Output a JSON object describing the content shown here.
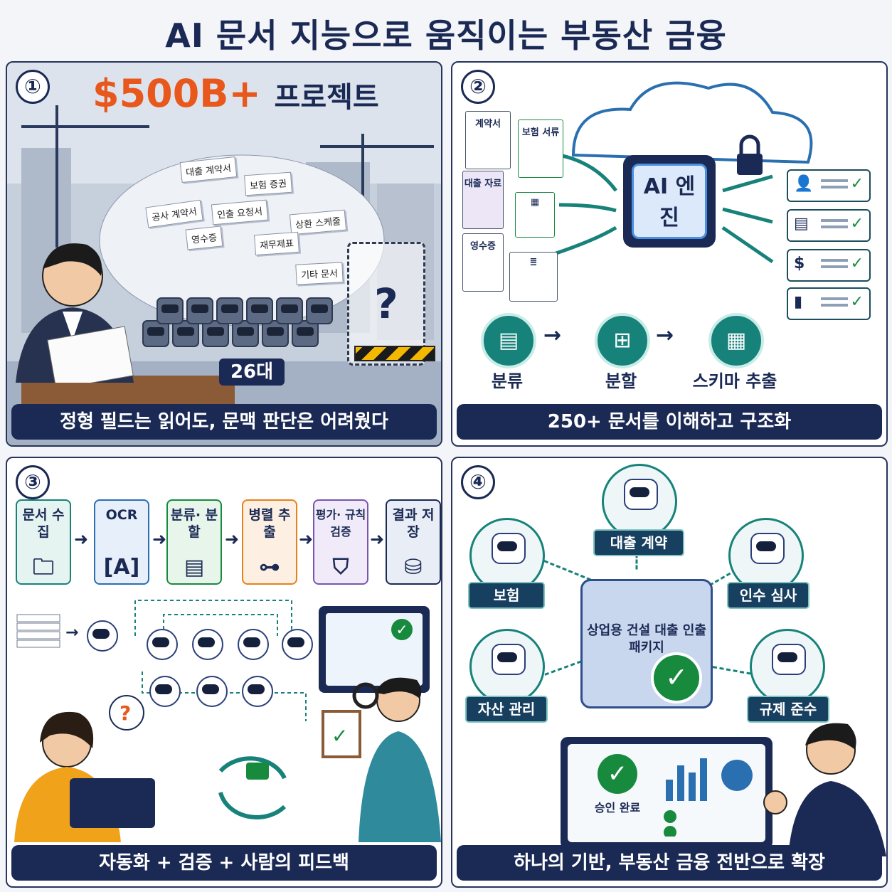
{
  "title": "AI 문서 지능으로 움직이는 부동산 금융",
  "panel1": {
    "number": "①",
    "headline_amount": "$500B+",
    "headline_text": "프로젝트",
    "docs": [
      "대출 계약서",
      "보험 증권",
      "공사 계약서",
      "인출 요청서",
      "상환 스케줄",
      "영수증",
      "재무제표",
      "기타 문서"
    ],
    "robot_count": "26대",
    "unknown_mark": "?",
    "caption": "정형 필드는 읽어도, 문맥 판단은 어려웠다"
  },
  "panel2": {
    "number": "②",
    "input_docs": [
      "계약서",
      "보험 서류",
      "대출 자료",
      "영수증"
    ],
    "engine_label": "AI 엔진",
    "outputs": [
      "person-icon",
      "table-icon",
      "dollar-icon",
      "chart-icon"
    ],
    "steps": [
      "분류",
      "분할",
      "스키마 추출"
    ],
    "caption": "250+ 문서를 이해하고 구조화"
  },
  "panel3": {
    "number": "③",
    "pipeline": [
      {
        "label": "문서 수집",
        "icon": "folder-icon"
      },
      {
        "label": "OCR",
        "icon": "ocr-icon"
      },
      {
        "label": "분류· 분할",
        "icon": "documents-icon"
      },
      {
        "label": "병렬 추출",
        "icon": "hierarchy-icon"
      },
      {
        "label": "평가· 규칙 검증",
        "icon": "shield-check-icon"
      },
      {
        "label": "결과 저장",
        "icon": "database-icon"
      }
    ],
    "question_mark": "?",
    "caption": "자동화 + 검증 + 사람의 피드백"
  },
  "panel4": {
    "number": "④",
    "hub_text": "상업용 건설 대출 인출 패키지",
    "nodes": [
      "대출 계약",
      "보험",
      "인수 심사",
      "자산 관리",
      "규제 준수"
    ],
    "approval": "승인 완료",
    "caption": "하나의 기반, 부동산 금융 전반으로 확장"
  },
  "colors": {
    "navy": "#1b2a55",
    "accent": "#e8571b",
    "teal": "#16827a",
    "green": "#178a3e"
  }
}
